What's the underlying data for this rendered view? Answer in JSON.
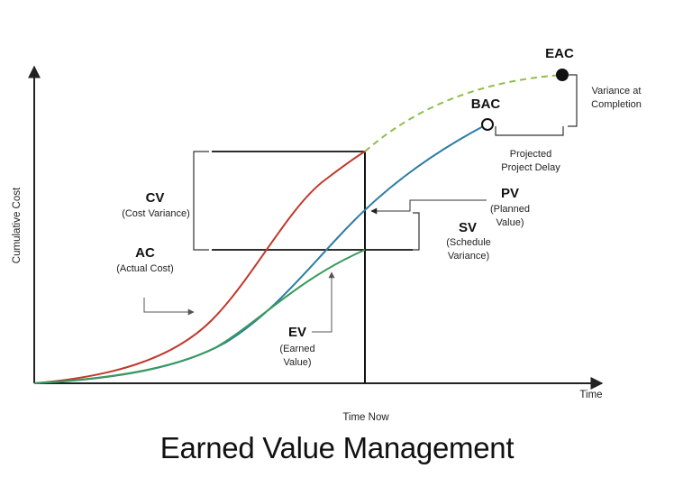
{
  "title": "Earned Value Management",
  "axes": {
    "y_label": "Cumulative Cost",
    "x_label": "Time",
    "time_now_label": "Time Now"
  },
  "labels": {
    "cv_abbr": "CV",
    "cv_full": "(Cost Variance)",
    "ac_abbr": "AC",
    "ac_full": "(Actual Cost)",
    "ev_abbr": "EV",
    "ev_full_1": "(Earned",
    "ev_full_2": "Value)",
    "pv_abbr": "PV",
    "pv_full_1": "(Planned",
    "pv_full_2": "Value)",
    "sv_abbr": "SV",
    "sv_full_1": "(Schedule",
    "sv_full_2": "Variance)",
    "bac": "BAC",
    "eac": "EAC",
    "vac_1": "Variance at",
    "vac_2": "Completion",
    "delay_1": "Projected",
    "delay_2": "Project Delay"
  },
  "colors": {
    "actual_cost": "#c0392b",
    "planned_value": "#2e7da3",
    "earned_value": "#3a9a5a",
    "projected": "#8dbf4a",
    "axis": "#222222",
    "bracket": "#333333"
  }
}
